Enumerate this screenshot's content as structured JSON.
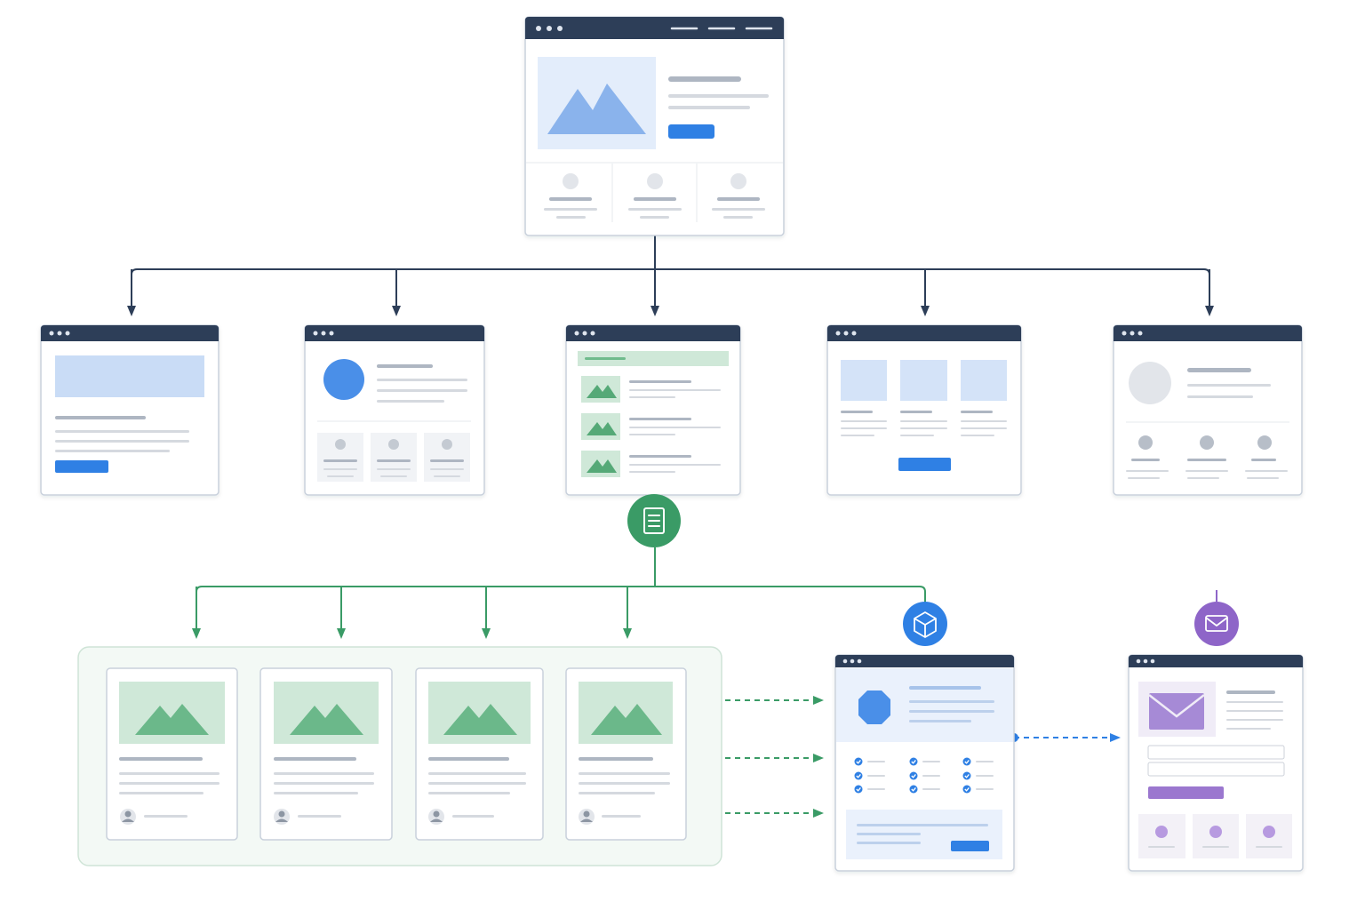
{
  "diagram": {
    "type": "sitemap-flow",
    "nodes": [
      {
        "id": "home",
        "level": 0,
        "kind": "hero-page"
      },
      {
        "id": "page-a",
        "level": 1,
        "kind": "banner-text"
      },
      {
        "id": "page-b",
        "level": 1,
        "kind": "profile-features"
      },
      {
        "id": "page-c",
        "level": 1,
        "kind": "content-list"
      },
      {
        "id": "page-d",
        "level": 1,
        "kind": "gallery"
      },
      {
        "id": "page-e",
        "level": 1,
        "kind": "team-profile"
      },
      {
        "id": "article-1",
        "level": 2,
        "kind": "article-card"
      },
      {
        "id": "article-2",
        "level": 2,
        "kind": "article-card"
      },
      {
        "id": "article-3",
        "level": 2,
        "kind": "article-card"
      },
      {
        "id": "article-4",
        "level": 2,
        "kind": "article-card"
      },
      {
        "id": "product",
        "level": 2,
        "kind": "product-page"
      },
      {
        "id": "contact",
        "level": 3,
        "kind": "contact-form"
      }
    ],
    "edges": [
      {
        "from": "home",
        "to": "page-a",
        "style": "solid"
      },
      {
        "from": "home",
        "to": "page-b",
        "style": "solid"
      },
      {
        "from": "home",
        "to": "page-c",
        "style": "solid"
      },
      {
        "from": "home",
        "to": "page-d",
        "style": "solid"
      },
      {
        "from": "home",
        "to": "page-e",
        "style": "solid"
      },
      {
        "from": "page-c",
        "to": "article-1",
        "style": "solid"
      },
      {
        "from": "page-c",
        "to": "article-2",
        "style": "solid"
      },
      {
        "from": "page-c",
        "to": "article-3",
        "style": "solid"
      },
      {
        "from": "page-c",
        "to": "article-4",
        "style": "solid"
      },
      {
        "from": "page-c",
        "to": "product",
        "style": "solid"
      },
      {
        "from": "article-4",
        "to": "product",
        "style": "dashed"
      },
      {
        "from": "product",
        "to": "contact",
        "style": "dashed"
      }
    ],
    "icons": {
      "content": "document-icon",
      "product": "cube-icon",
      "contact": "envelope-icon"
    }
  },
  "colors": {
    "window_bar": "#2d3e58",
    "primary_line": "#2d3e58",
    "accent_blue": "#2f80e4",
    "accent_green": "#3a9b66",
    "accent_purple": "#8e65c8",
    "light_blue": "#c9dcf6",
    "light_green": "#cfe8d8",
    "placeholder_gray": "#d5d9df"
  }
}
